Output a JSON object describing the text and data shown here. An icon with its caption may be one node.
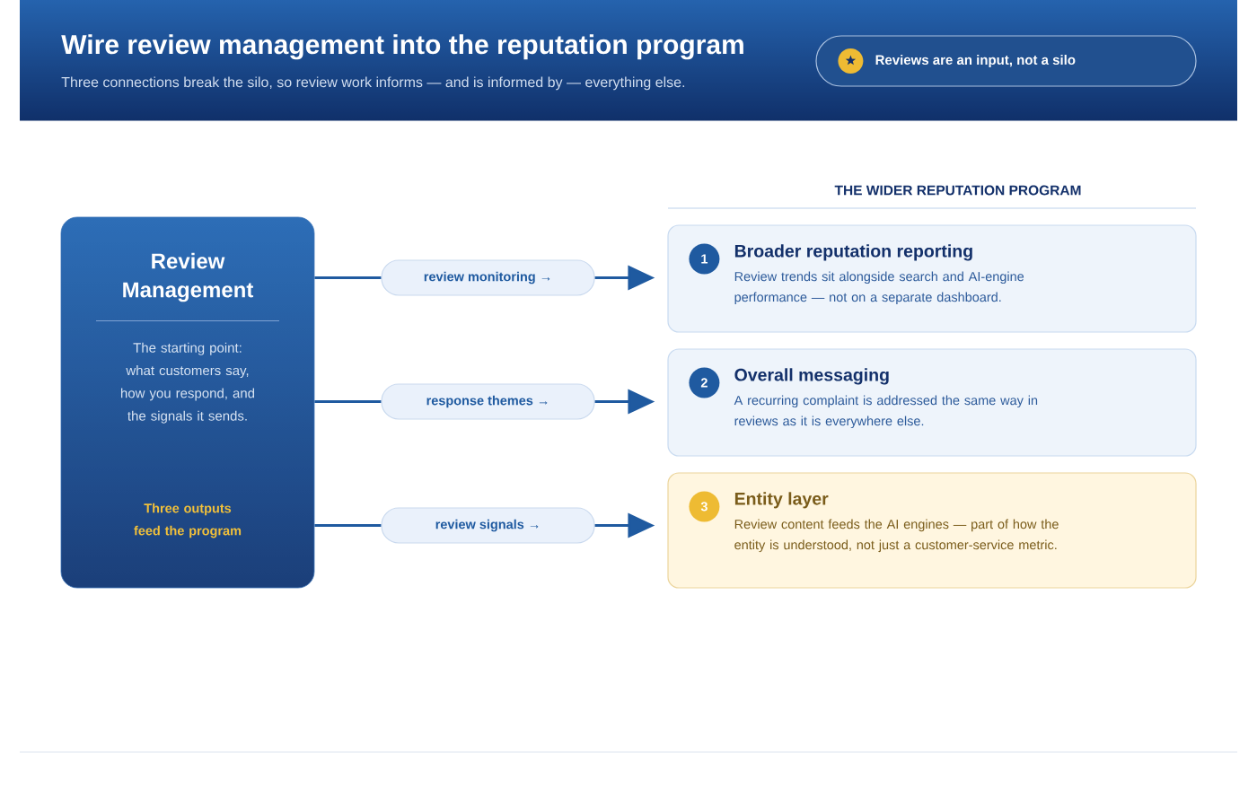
{
  "diagram": {
    "title": "Wire review management into the reputation program",
    "nodes": [
      {
        "text": [
          "Reviews are an input, not a silo"
        ]
      },
      {
        "text": [
          "Review Management",
          "The starting point: what customers say, how you respond, and the signals it sends.",
          "Three outputs feed the program"
        ]
      },
      {
        "text": [
          "review monitoring →"
        ]
      },
      {
        "text": [
          "response themes →"
        ]
      },
      {
        "text": [
          "review signals →"
        ]
      },
      {
        "text": [
          "Broader reputation reporting",
          "Review trends sit alongside search and AI-engine performance — not on a separate dashboard."
        ]
      },
      {
        "text": [
          "1"
        ],
        "in": 5
      },
      {
        "text": [
          "Overall messaging",
          "A recurring complaint is addressed the same way in reviews as it is everywhere else."
        ]
      },
      {
        "text": [
          "2"
        ],
        "in": 7
      },
      {
        "text": [
          "Entity layer",
          "Review content feeds the AI engines — part of how the entity is understood, not just a customer-service metric."
        ]
      },
      {
        "text": [
          "3"
        ],
        "in": 9
      }
    ],
    "edges": [
      {
        "from": 1,
        "to": 2,
        "arrow": "none"
      },
      {
        "from": 2,
        "to": 5,
        "arrow": "to"
      },
      {
        "from": 1,
        "to": 3,
        "arrow": "none"
      },
      {
        "from": 3,
        "to": 7,
        "arrow": "to"
      },
      {
        "from": 1,
        "to": 4,
        "arrow": "none"
      },
      {
        "from": 4,
        "to": 9,
        "arrow": "to"
      }
    ],
    "labels": [
      "Three connections break the silo, so review work informs — and is informed by — everything else.",
      "THE WIDER REPUTATION PROGRAM"
    ]
  }
}
